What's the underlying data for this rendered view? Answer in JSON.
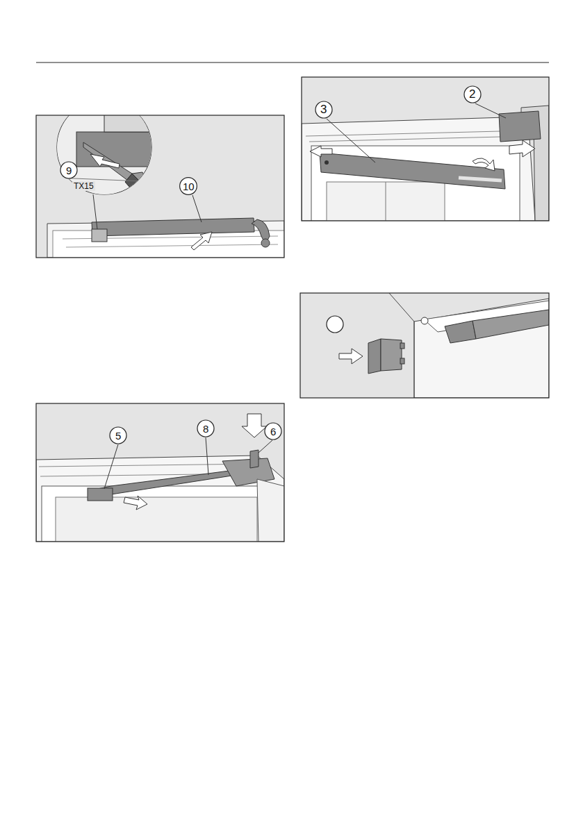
{
  "diagram": {
    "labels": [
      "9",
      "TX15",
      "10",
      "3",
      "2",
      "5",
      "8",
      "6"
    ]
  }
}
